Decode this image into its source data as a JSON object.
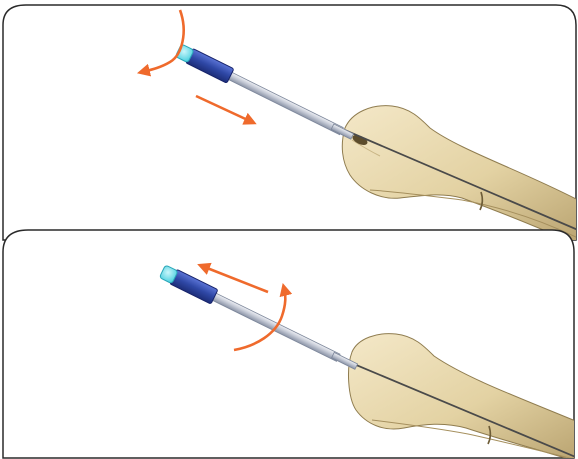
{
  "figure": {
    "panels": [
      {
        "id": "top",
        "arrows": [
          "rotate-counterclockwise",
          "push-forward"
        ]
      },
      {
        "id": "bottom",
        "arrows": [
          "rotate-clockwise",
          "pull-back"
        ]
      }
    ]
  },
  "colors": {
    "panel_border": "#2a2a2a",
    "panel_fill": "#ffffff",
    "arrow": "#ef6a2c",
    "handle_blue": "#2f48a6",
    "handle_blue_dark": "#1c2d78",
    "tip_cyan": "#4fd1e0",
    "shaft_light": "#eef0f4",
    "shaft_dark": "#8a93a6",
    "bone_light": "#f4e8c8",
    "bone_mid": "#e3d2a3",
    "bone_dark": "#b9a370"
  }
}
